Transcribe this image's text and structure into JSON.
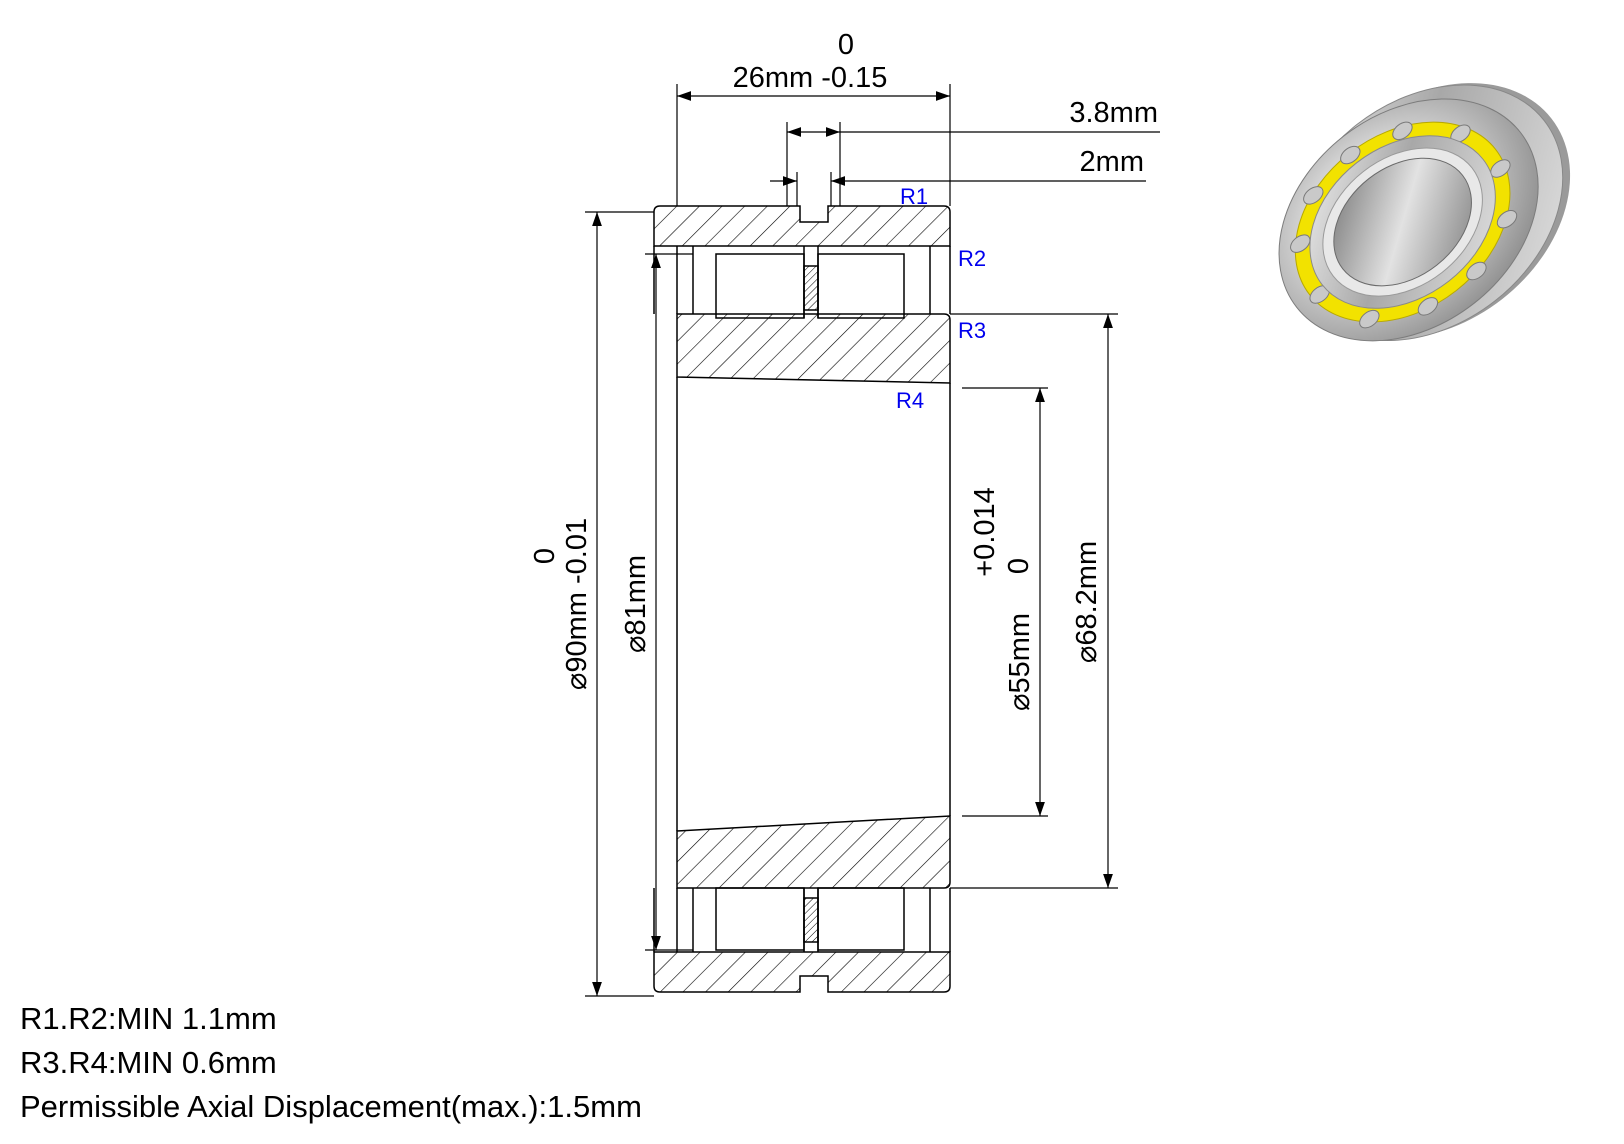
{
  "dimensions": {
    "width_tol": "0",
    "width": "26mm -0.15",
    "groove_width": "3.8mm",
    "hole_width": "2mm",
    "outer_tol": "0",
    "outer_diameter": "⌀90mm -0.01",
    "roller_diameter": "⌀81mm",
    "bore_tol_upper": "+0.014",
    "bore_tol_lower": "0",
    "bore_diameter": "⌀55mm",
    "inner_raceway": "⌀68.2mm"
  },
  "radius_labels": [
    "R1",
    "R2",
    "R3",
    "R4"
  ],
  "notes": [
    "R1.R2:MIN 1.1mm",
    "R3.R4:MIN 0.6mm",
    "Permissible Axial Displacement(max.):1.5mm"
  ],
  "colors": {
    "line": "#000000",
    "radius_label": "#0000ee",
    "cage": "#f2e200",
    "steel": "#c8c8c8"
  },
  "icons": {
    "bearing_render": "bearing-3d-icon"
  }
}
